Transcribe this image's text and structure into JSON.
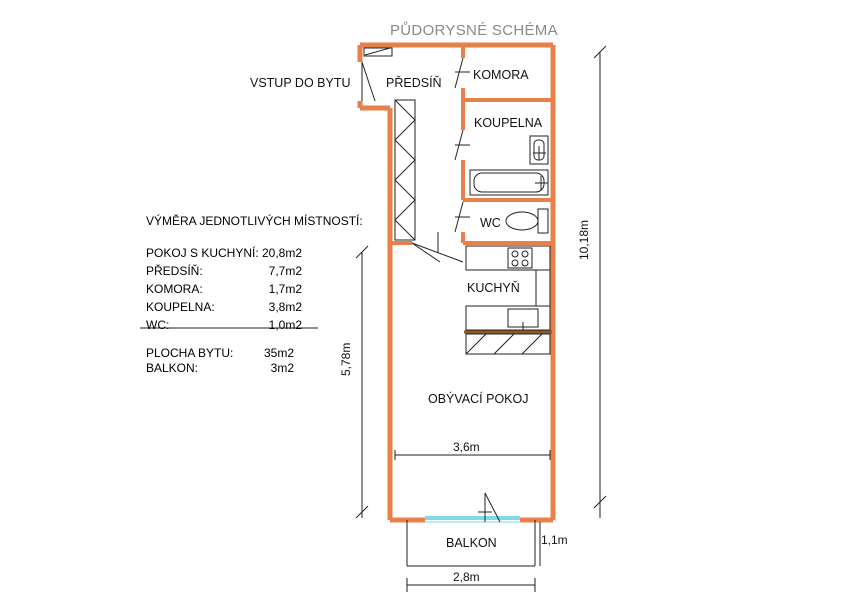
{
  "title": "PŮDORYSNÉ SCHÉMA",
  "entrance_label": "VSTUP DO BYTU",
  "rooms": {
    "predsin": "PŘEDSÍŇ",
    "komora": "KOMORA",
    "koupelna": "KOUPELNA",
    "wc": "WC",
    "kuchyn": "KUCHYŇ",
    "obyvaci": "OBÝVACÍ POKOJ",
    "balkon": "BALKON"
  },
  "dimensions": {
    "total_height": "10,18m",
    "living_height": "5,78m",
    "width": "3,6m",
    "balcony_width": "2,8m",
    "balcony_depth": "1,1m"
  },
  "areas": {
    "title": "VÝMĚRA JEDNOTLIVÝCH MÍSTNOSTÍ:",
    "rows": [
      {
        "name": "POKOJ S KUCHYNÍ:",
        "value": "20,8m2"
      },
      {
        "name": "PŘEDSÍŇ:",
        "value": "7,7m2"
      },
      {
        "name": "KOMORA:",
        "value": "1,7m2"
      },
      {
        "name": "KOUPELNA:",
        "value": "3,8m2"
      },
      {
        "name": "WC:",
        "value": "1,0m2"
      }
    ],
    "totals": [
      {
        "name": "PLOCHA BYTU:",
        "value": "35m2"
      },
      {
        "name": "BALKON:",
        "value": "3m2"
      }
    ]
  },
  "colors": {
    "wall": "#e8804a",
    "title": "#8a8a8a",
    "glass": "#7fd9e8",
    "counter": "#8b5a2b"
  }
}
